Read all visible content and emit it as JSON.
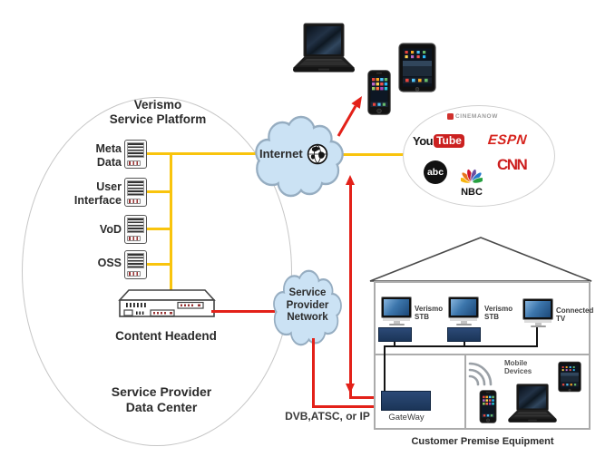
{
  "colors": {
    "link_yellow": "#F9C40D",
    "link_red": "#E32119",
    "cloud_fill": "#CBE2F4",
    "cloud_border": "#96ADC1",
    "device_navy": "#1B3558",
    "house_gray": "#ABABAB"
  },
  "data_center": {
    "platform_title": "Verismo\nService Platform",
    "servers": [
      {
        "label": "Meta\nData"
      },
      {
        "label": "User\nInterface"
      },
      {
        "label": "VoD"
      },
      {
        "label": "OSS"
      }
    ],
    "headend_label": "Content Headend",
    "zone_label": "Service Provider\nData Center"
  },
  "internet": {
    "label": "Internet"
  },
  "sp_network": {
    "label": "Service\nProvider\nNetwork"
  },
  "providers": {
    "cinemanow": "CINEMANOW",
    "youtube_part1": "You",
    "youtube_part2": "Tube",
    "espn": "ESPN",
    "abc": "abc",
    "nbc": "NBC",
    "cnn": "CNN"
  },
  "cpe": {
    "title": "Customer Premise Equipment",
    "stb1_label": "Verismo\nSTB",
    "stb2_label": "Verismo\nSTB",
    "connected_tv_label": "Connected\nTV",
    "gateway_label": "GateWay",
    "mobile_label": "Mobile\nDevices"
  },
  "labels": {
    "link_type": "DVB,ATSC, or IP"
  }
}
